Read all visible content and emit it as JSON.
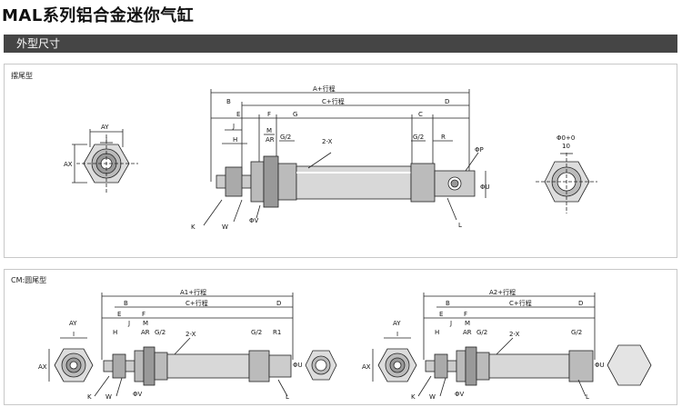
{
  "header": {
    "title_latin": "MAL",
    "title_cjk": "系列铝合金迷你气缸"
  },
  "section_bar": {
    "label": "外型尺寸"
  },
  "top_drawing": {
    "label": "摆尾型",
    "dims": {
      "AY": "AY",
      "I": "I",
      "AX": "AX",
      "A_stroke": "A+行程",
      "B": "B",
      "C_stroke": "C+行程",
      "E": "E",
      "F": "F",
      "G": "G",
      "C": "C",
      "D": "D",
      "J": "J",
      "M": "M",
      "H": "H",
      "AR": "AR",
      "G2a": "G/2",
      "X": "2-X",
      "G2b": "G/2",
      "R": "R",
      "P": "ΦP",
      "U": "ΦU",
      "V": "ΦV",
      "K": "K",
      "W": "W",
      "L": "L",
      "O": "Φ0+0",
      "O2": "10"
    }
  },
  "bottom_section": {
    "label": "CM:圆尾型"
  },
  "bottom_left_drawing": {
    "dims": {
      "AY": "AY",
      "I": "I",
      "AX": "AX",
      "A_stroke": "A1+行程",
      "B": "B",
      "C_stroke": "C+行程",
      "E": "E",
      "F": "F",
      "D": "D",
      "M": "M",
      "J": "J",
      "H": "H",
      "AR": "AR",
      "G2a": "G/2",
      "X": "2-X",
      "G2b": "G/2",
      "R1": "R1",
      "U": "ΦU",
      "V": "ΦV",
      "K": "K",
      "W": "W",
      "L": "L"
    }
  },
  "bottom_right_drawing": {
    "dims": {
      "AY": "AY",
      "I": "I",
      "AX": "AX",
      "A_stroke": "A2+行程",
      "B": "B",
      "C_stroke": "C+行程",
      "E": "E",
      "F": "F",
      "D": "D",
      "M": "M",
      "J": "J",
      "H": "H",
      "AR": "AR",
      "G2a": "G/2",
      "X": "2-X",
      "G2b": "G/2",
      "U": "ΦU",
      "V": "ΦV",
      "K": "K",
      "W": "W",
      "L": "L"
    }
  }
}
